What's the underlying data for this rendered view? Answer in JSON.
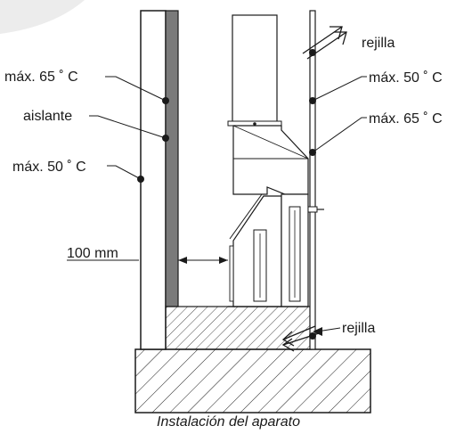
{
  "labels": {
    "rejilla_top": "rejilla",
    "max50_right": "máx. 50 ˚ C",
    "max65_right": "máx. 65 ˚ C",
    "max65_left": "máx. 65 ˚ C",
    "aislante": "aislante",
    "max50_left": "máx. 50 ˚ C",
    "distance": "100 mm",
    "rejilla_bottom": "rejilla"
  },
  "caption": "Instalación del aparato",
  "colors": {
    "line": "#1a1a1a",
    "insulation": "#7a7a7a",
    "background": "#ffffff"
  }
}
